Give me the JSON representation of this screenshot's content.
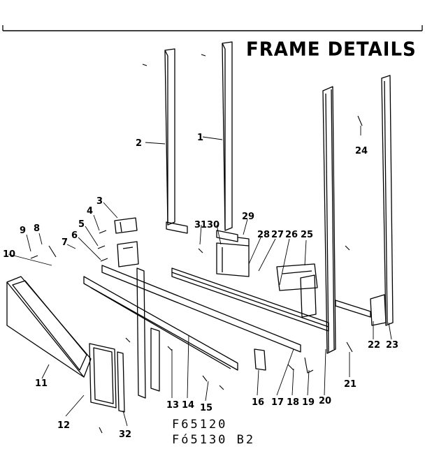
{
  "title": "FRAME DETAILS",
  "model_numbers": [
    "F65120",
    "Fó5130 B2"
  ],
  "part_numbers": [
    "1",
    "2",
    "3",
    "4",
    "5",
    "6",
    "7",
    "8",
    "9",
    "10",
    "11",
    "12",
    "13",
    "14",
    "15",
    "16",
    "17",
    "18",
    "19",
    "20",
    "21",
    "22",
    "23",
    "24",
    "25",
    "26",
    "27",
    "28",
    "29",
    "30",
    "31",
    "32"
  ],
  "colors": {
    "ink": "#000000",
    "paper": "#ffffff"
  }
}
